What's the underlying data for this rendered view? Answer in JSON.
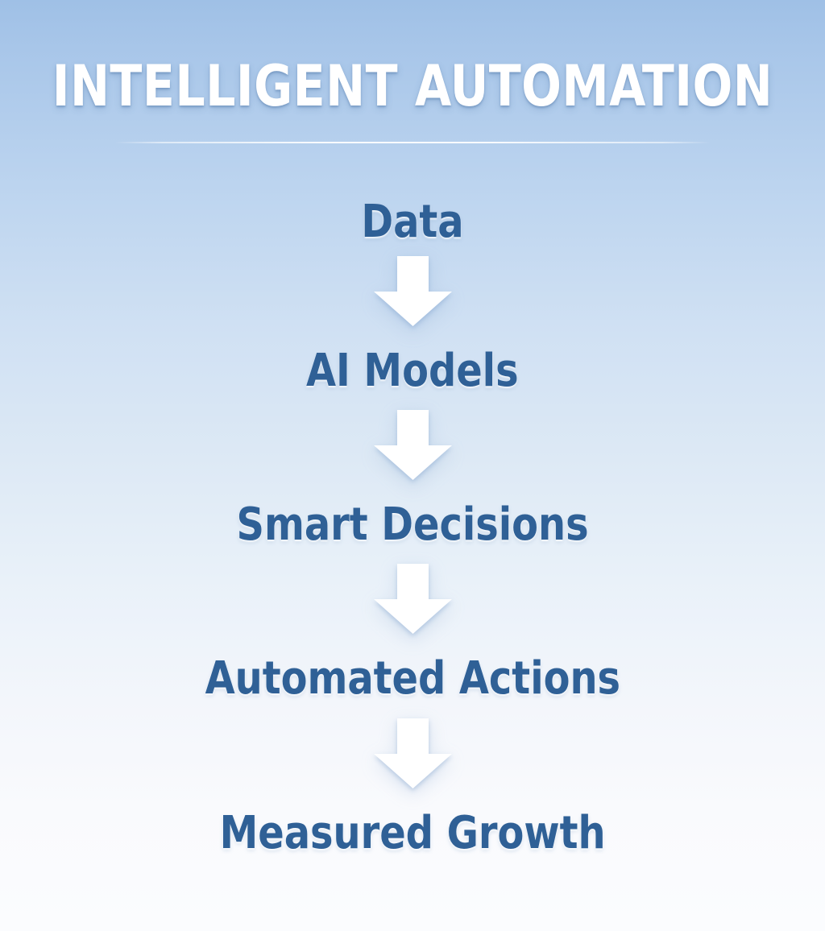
{
  "header": {
    "title": "INTELLIGENT AUTOMATION"
  },
  "flow": {
    "steps": [
      {
        "label": "Data"
      },
      {
        "label": "AI Models"
      },
      {
        "label": "Smart Decisions"
      },
      {
        "label": "Automated Actions"
      },
      {
        "label": "Measured Growth"
      }
    ],
    "connector_icon": "down-arrow-icon",
    "connector_count": 4
  },
  "colors": {
    "background_top": "#9fc0e6",
    "background_mid": "#dde9f5",
    "background_bottom": "#fbfcfe",
    "title_text": "#ffffff",
    "step_text": "#2f6096",
    "arrow_fill": "#ffffff",
    "divider": "#ffffff"
  }
}
